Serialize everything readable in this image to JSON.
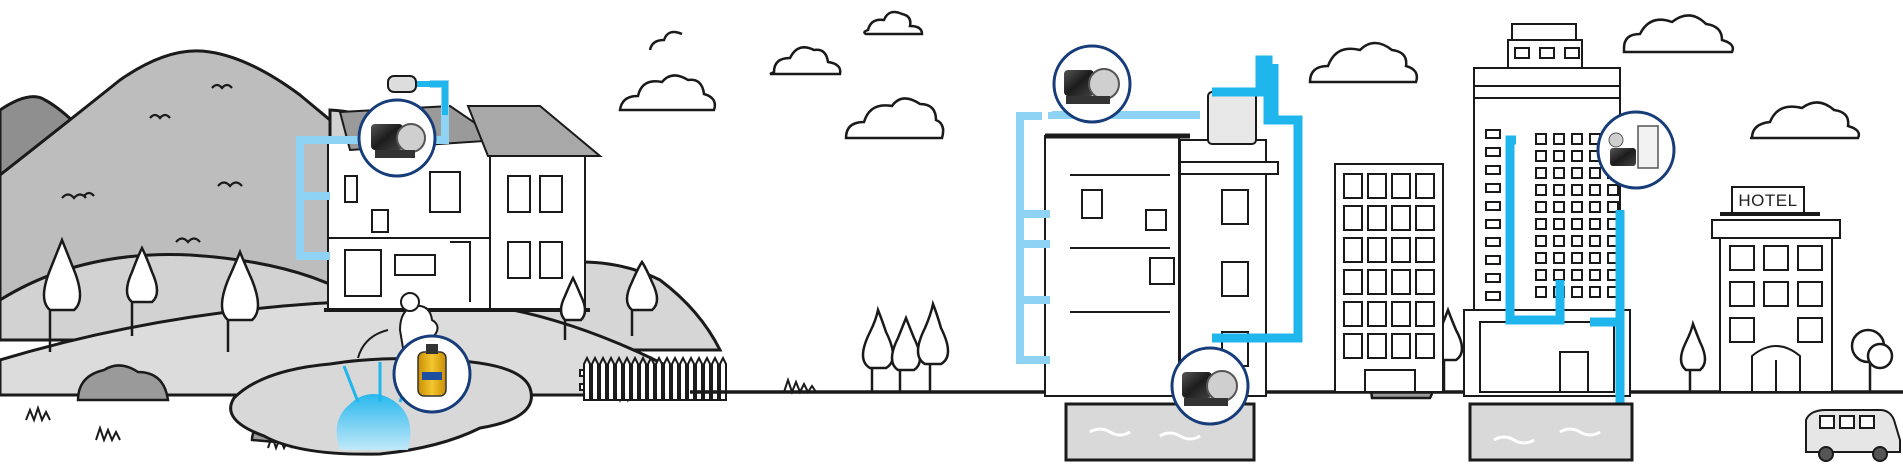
{
  "scene": {
    "hotel_sign": "HOTEL"
  },
  "colors": {
    "pipe_light": "#8fd3f4",
    "pipe_deep": "#1fb6ee",
    "outline": "#1a1a1a",
    "hill_fill": "#c9c9c9",
    "pump_ring": "#163d7a",
    "water": "#d9d9d9"
  },
  "pumps": [
    {
      "name": "pressure-booster-pump",
      "location": "villa"
    },
    {
      "name": "submersible-pump",
      "location": "pond"
    },
    {
      "name": "rooftop-booster-pump",
      "location": "apartment-tank"
    },
    {
      "name": "cistern-booster-pump",
      "location": "apartment-basement"
    },
    {
      "name": "variable-frequency-pump",
      "location": "tower"
    }
  ]
}
